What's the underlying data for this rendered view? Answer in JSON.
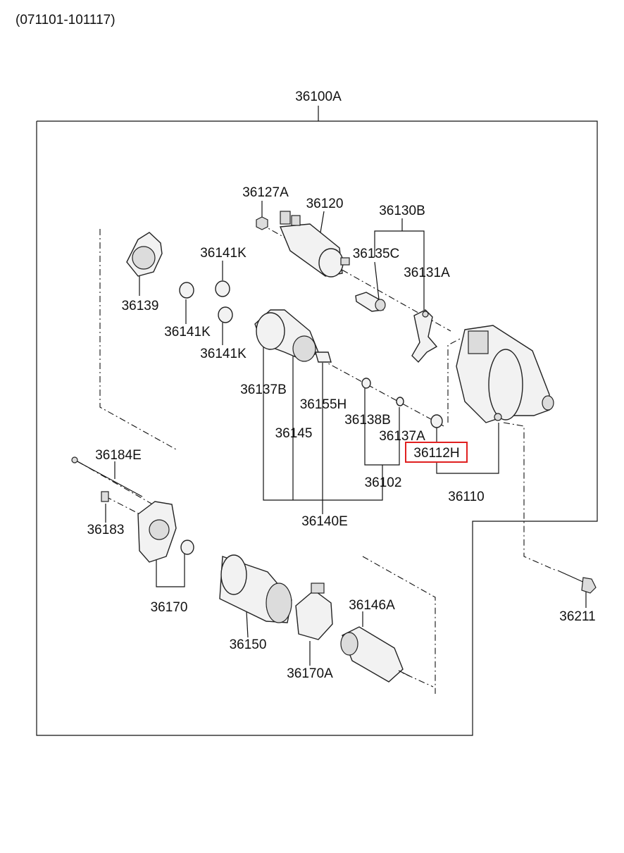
{
  "header": {
    "date_range": "(071101-101117)"
  },
  "assembly": {
    "label": "36100A"
  },
  "callouts": [
    {
      "id": "36127A",
      "highlighted": false
    },
    {
      "id": "36120",
      "highlighted": false
    },
    {
      "id": "36130B",
      "highlighted": false
    },
    {
      "id": "36141K",
      "highlighted": false
    },
    {
      "id": "36135C",
      "highlighted": false
    },
    {
      "id": "36131A",
      "highlighted": false
    },
    {
      "id": "36139",
      "highlighted": false
    },
    {
      "id": "36141K",
      "highlighted": false
    },
    {
      "id": "36141K",
      "highlighted": false
    },
    {
      "id": "36137B",
      "highlighted": false
    },
    {
      "id": "36155H",
      "highlighted": false
    },
    {
      "id": "36138B",
      "highlighted": false
    },
    {
      "id": "36145",
      "highlighted": false
    },
    {
      "id": "36137A",
      "highlighted": false
    },
    {
      "id": "36112H",
      "highlighted": true
    },
    {
      "id": "36184E",
      "highlighted": false
    },
    {
      "id": "36102",
      "highlighted": false
    },
    {
      "id": "36110",
      "highlighted": false
    },
    {
      "id": "36140E",
      "highlighted": false
    },
    {
      "id": "36183",
      "highlighted": false
    },
    {
      "id": "36170",
      "highlighted": false
    },
    {
      "id": "36146A",
      "highlighted": false
    },
    {
      "id": "36211",
      "highlighted": false
    },
    {
      "id": "36150",
      "highlighted": false
    },
    {
      "id": "36170A",
      "highlighted": false
    }
  ],
  "colors": {
    "highlight": "#e02020",
    "line": "#111111"
  }
}
